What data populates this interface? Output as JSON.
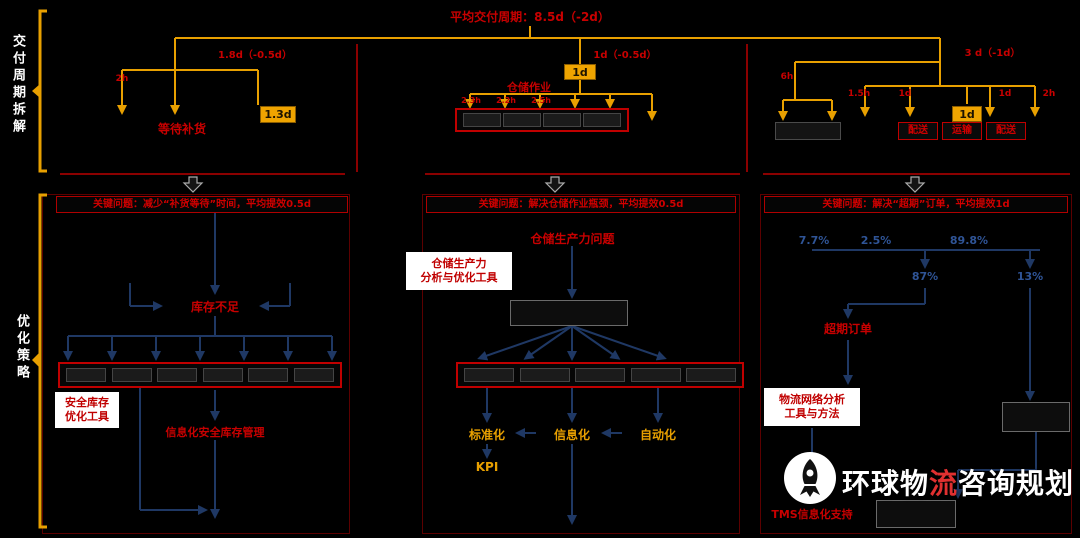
{
  "sections": {
    "top_label": "交付周期拆解",
    "bottom_label": "优化策略"
  },
  "top": {
    "title": "平均交付周期：8.5d（-2d）",
    "left": {
      "duration": "1.8d（-0.5d）",
      "sub": "2h",
      "node": "等待补货",
      "badge": "1.3d"
    },
    "mid": {
      "duration": "1d（-0.5d）",
      "badge": "1d",
      "node": "仓储作业",
      "subs": [
        "2.3h",
        "2.2h",
        "2.5h"
      ]
    },
    "right": {
      "duration": "3 d（-1d）",
      "badge": "1d",
      "labels": [
        "6h",
        "1.5h",
        "1d",
        "1d",
        "2h"
      ],
      "boxes": [
        "配送",
        "运输",
        "配送"
      ]
    }
  },
  "strategy": {
    "left": {
      "header": "关键问题：减少“补货等待”时间，平均提效0.5d",
      "issue": "库存不足",
      "tool": [
        "安全库存",
        "优化工具"
      ],
      "result": "信息化安全库存管理"
    },
    "mid": {
      "header": "关键问题：解决仓储作业瓶颈，平均提效0.5d",
      "problem": "仓储生产力问题",
      "tool": [
        "仓储生产力",
        "分析与优化工具"
      ],
      "outputs": [
        "标准化",
        "信息化",
        "自动化"
      ],
      "kpi": "KPI"
    },
    "right": {
      "header": "关键问题：解决“超期”订单，平均提效1d",
      "pcts": [
        "7.7%",
        "2.5%",
        "89.8%"
      ],
      "pcts2": [
        "87%",
        "13%"
      ],
      "issue": "超期订单",
      "tool": [
        "物流网络分析",
        "工具与方法"
      ],
      "support": "TMS信息化支持"
    }
  },
  "watermark": {
    "p1": "环球物",
    "p2": "流",
    "p3": "咨询规划"
  },
  "colors": {
    "accent_yellow": "#E8A000",
    "accent_red": "#C80000",
    "arrow_navy": "#1F3864",
    "pct_blue": "#2F5496"
  }
}
